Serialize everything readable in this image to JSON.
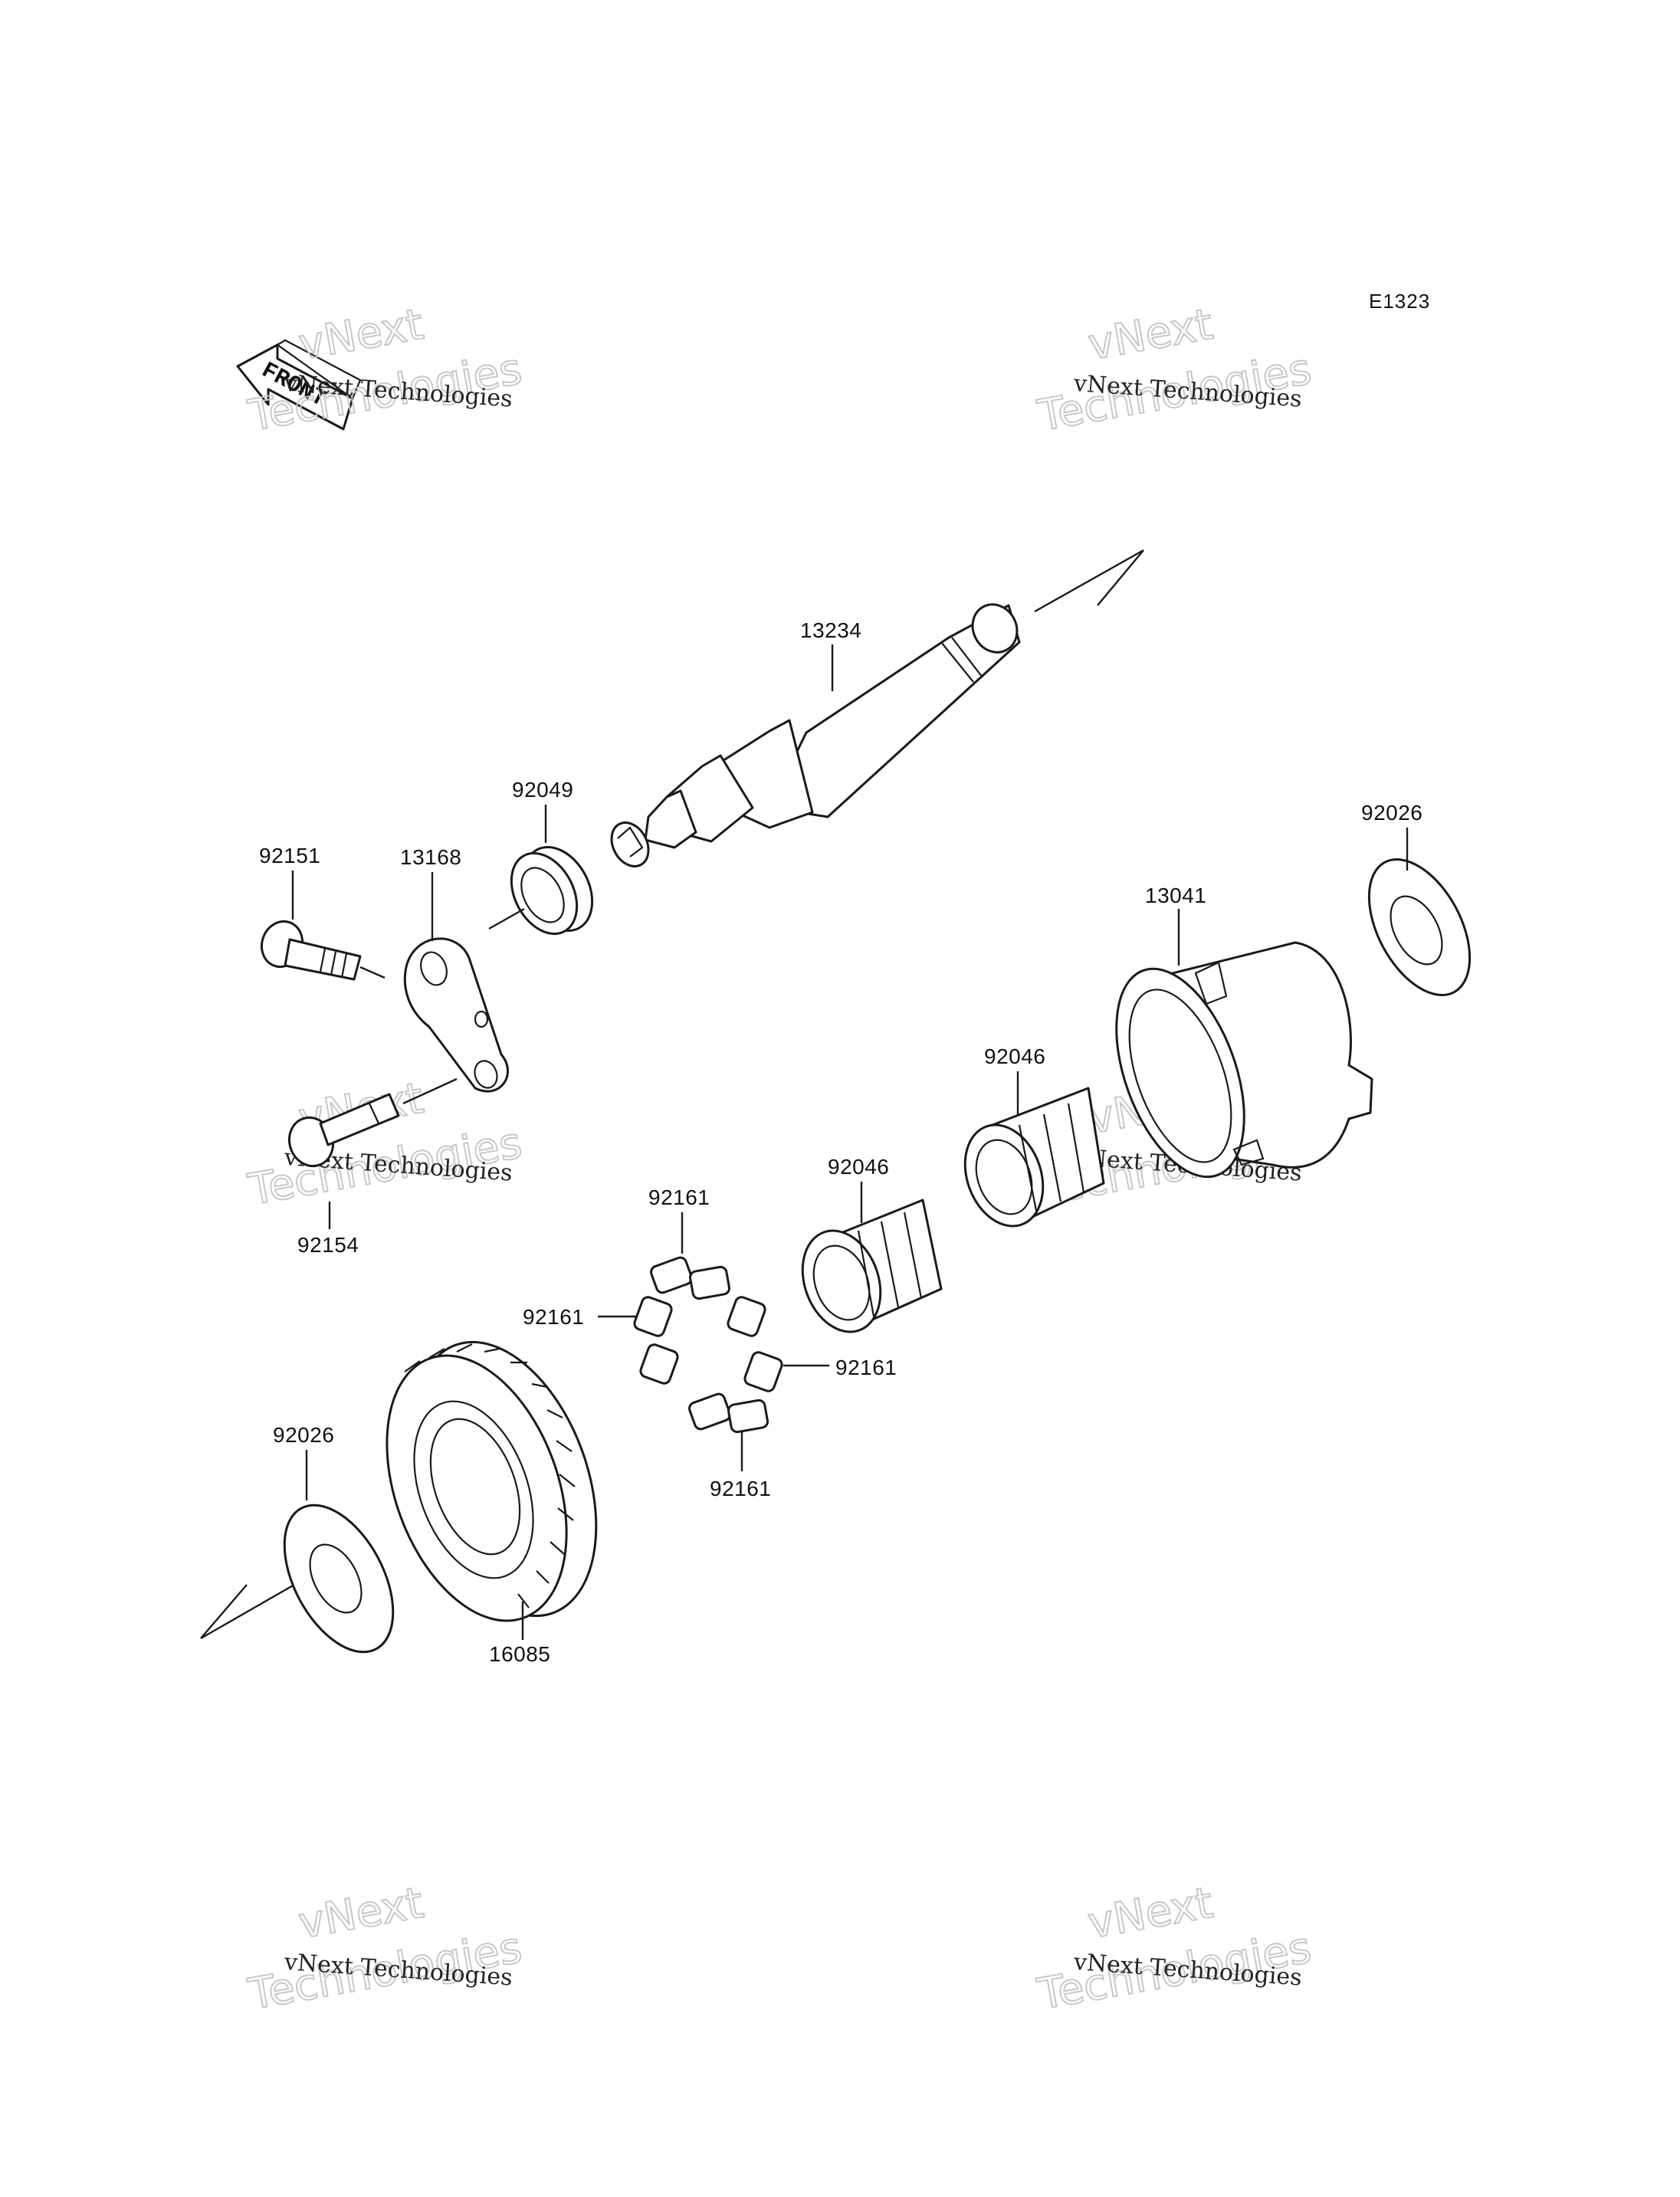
{
  "diagram_code": "E1323",
  "front_label": "FRONT",
  "watermark": {
    "small": "vNext Technologies",
    "big_line1": "vNext",
    "big_line2": "Technologies"
  },
  "parts": {
    "p13234": "13234",
    "p92049": "92049",
    "p92151": "92151",
    "p13168": "13168",
    "p92154": "92154",
    "p92026_top": "92026",
    "p13041": "13041",
    "p92046_right": "92046",
    "p92046_left": "92046",
    "p92161_top": "92161",
    "p92161_left": "92161",
    "p92161_right": "92161",
    "p92161_bottom": "92161",
    "p92026_bottom": "92026",
    "p16085": "16085"
  }
}
